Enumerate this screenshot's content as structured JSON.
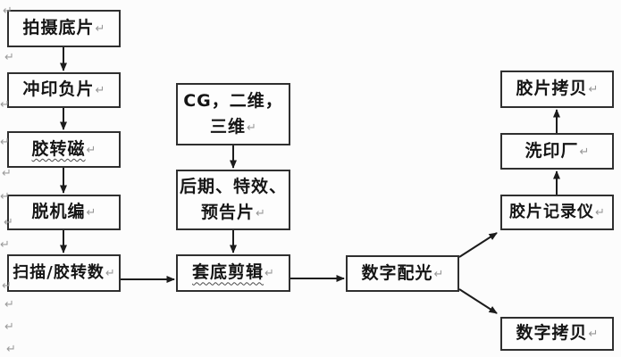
{
  "diagram": {
    "description": "film-and-digital post-production workflow flowchart (Word document drawing)",
    "nodes": {
      "shoot_negative": {
        "label": "拍摄底片"
      },
      "develop_negative": {
        "label": "冲印负片"
      },
      "film_to_tape": {
        "label": "胶转磁"
      },
      "offline_edit": {
        "label": "脱机编"
      },
      "scan_film_to_digital": {
        "label": "扫描/胶转数"
      },
      "cg": {
        "line1": "CG，二维，",
        "line2": "三维"
      },
      "post_fx": {
        "line1": "后期、特效、",
        "line2": "预告片"
      },
      "conform_edit": {
        "label": "套底剪辑"
      },
      "digital_grading": {
        "label": "数字配光"
      },
      "film_recorder": {
        "label": "胶片记录仪"
      },
      "film_lab": {
        "label": "洗印厂"
      },
      "film_print": {
        "label": "胶片拷贝"
      },
      "digital_copy": {
        "label": "数字拷贝"
      }
    },
    "marks": {
      "return_symbol": "↵"
    },
    "colors": {
      "border": "#2f2f2f",
      "text": "#151515",
      "arrow": "#1c1c1c",
      "paragraph_mark": "#979797",
      "background": "#fcfcfc"
    }
  }
}
